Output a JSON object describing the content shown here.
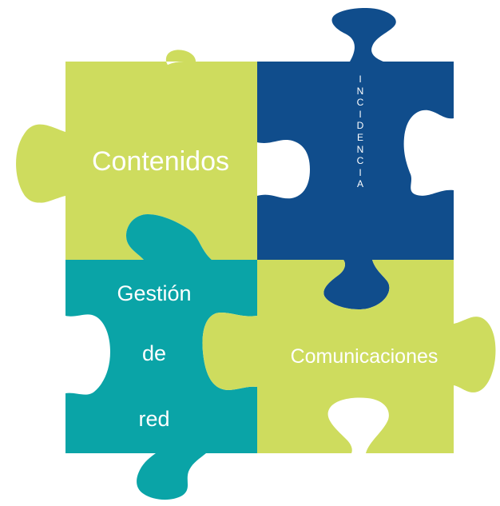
{
  "colors": {
    "lime": "#CEDC5E",
    "navy": "#104D8C",
    "teal": "#0AA4A7",
    "text": "#FFFFFF",
    "background": "#FFFFFF"
  },
  "pieces": {
    "top_left": {
      "label": "Contenidos"
    },
    "top_right": {
      "label": "I\nN\nC\nI\nD\nE\nN\nC\nI\nA"
    },
    "bottom_left": {
      "line1": "Gestión",
      "line2": "de",
      "line3": "red"
    },
    "bottom_right": {
      "label": "Comunicaciones"
    }
  }
}
